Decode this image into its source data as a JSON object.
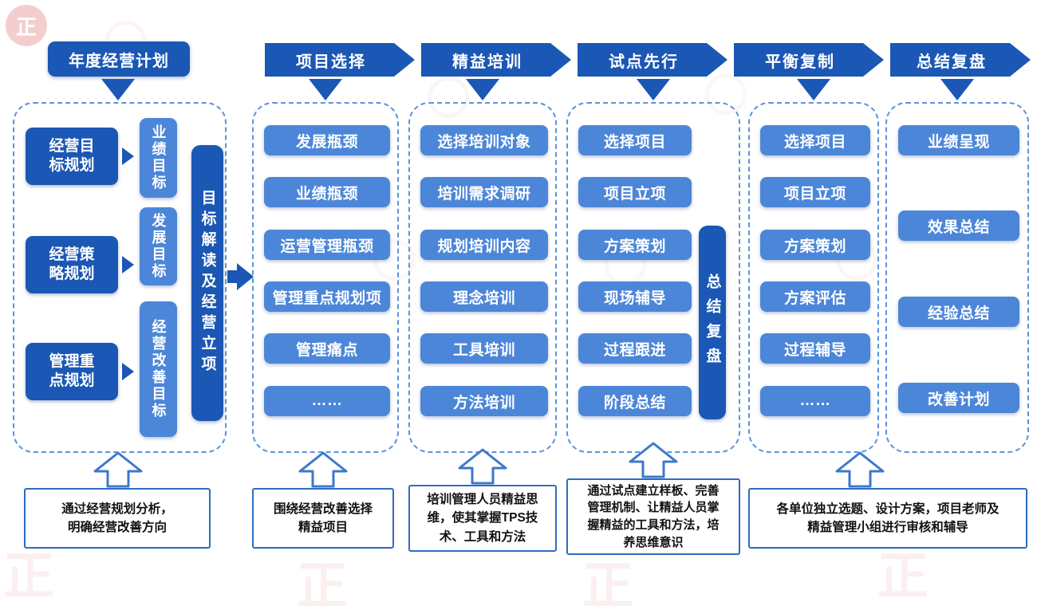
{
  "watermark": {
    "glyph": "正"
  },
  "annual_plan": {
    "label": "年度经营计划"
  },
  "planning": {
    "rows": [
      {
        "left": "经营目\n标规划",
        "right": "业绩目标"
      },
      {
        "left": "经营策\n略规划",
        "right": "发展目标"
      },
      {
        "left": "管理重\n点规划",
        "right": "经营改善目标"
      }
    ],
    "bar": "目标解读及经营立项",
    "note": "通过经营规划分析，\n明确经营改善方向"
  },
  "stages": [
    {
      "label": "项目选择",
      "items": [
        "发展瓶颈",
        "业绩瓶颈",
        "运营管理瓶颈",
        "管理重点规划项",
        "管理痛点",
        "……"
      ],
      "note": "围绕经营改善选择\n精益项目"
    },
    {
      "label": "精益培训",
      "items": [
        "选择培训对象",
        "培训需求调研",
        "规划培训内容",
        "理念培训",
        "工具培训",
        "方法培训"
      ],
      "note": "培训管理人员精益思\n维，使其掌握TPS技\n术、工具和方法"
    },
    {
      "label": "试点先行",
      "items": [
        "选择项目",
        "项目立项",
        "方案策划",
        "现场辅导",
        "过程跟进",
        "阶段总结"
      ],
      "bar": "总结复盘",
      "note": "通过试点建立样板、完善\n管理机制、让精益人员掌\n握精益的工具和方法，培\n养思维意识"
    },
    {
      "label": "平衡复制",
      "items": [
        "选择项目",
        "项目立项",
        "方案策划",
        "方案评估",
        "过程辅导",
        "……"
      ],
      "note": "各单位独立选题、设计方案，项目老师及\n精益管理小组进行审核和辅导"
    },
    {
      "label": "总结复盘",
      "items": [
        "业绩呈现",
        "效果总结",
        "经验总结",
        "改善计划"
      ]
    }
  ],
  "colors": {
    "dark_blue": "#1b57b4",
    "mid_blue": "#4c86d8",
    "dashed_border": "#5b93de",
    "note_border": "#2e6cc2",
    "watermark_red": "#d64545"
  }
}
